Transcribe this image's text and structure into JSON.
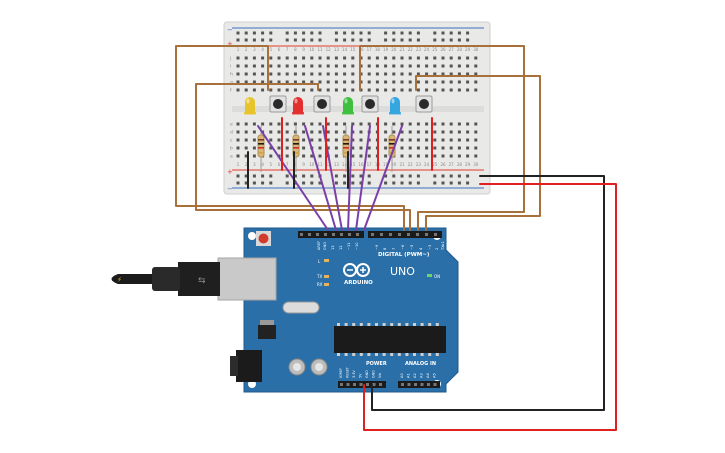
{
  "board": {
    "brand_text": "ARDUINO",
    "model_text": "UNO",
    "on_label": "ON",
    "digital_header_label": "DIGITAL (PWM~)",
    "power_label": "POWER",
    "analog_label": "ANALOG IN",
    "aref_label": "AREF",
    "gnd_label": "GND",
    "tx_label": "TX",
    "rx_label": "RX",
    "l_label": "L",
    "digital_pins": [
      "13",
      "12",
      "~11",
      "~10",
      "~9",
      "8",
      "7",
      "~6",
      "~5",
      "4",
      "~3",
      "2",
      "TX▸1",
      "RX◂0"
    ],
    "power_pins": [
      "IOREF",
      "RESET",
      "3.3V",
      "5V",
      "GND",
      "GND",
      "Vin"
    ],
    "analog_pins": [
      "A0",
      "A1",
      "A2",
      "A3",
      "A4",
      "A5"
    ],
    "colors": {
      "pcb": "#2a6fa8",
      "header": "#1b1b1b",
      "usb": "#c9c9c9",
      "reset": "#d23b2b"
    }
  },
  "breadboard": {
    "row_letters_top": [
      "j",
      "i",
      "h",
      "g",
      "f"
    ],
    "row_letters_bottom": [
      "e",
      "d",
      "c",
      "b",
      "a"
    ],
    "column_numbers": [
      "1",
      "2",
      "3",
      "4",
      "5",
      "6",
      "7",
      "8",
      "9",
      "10",
      "11",
      "12",
      "13",
      "14",
      "15",
      "16",
      "17",
      "18",
      "19",
      "20",
      "21",
      "22",
      "23",
      "24",
      "25",
      "26",
      "27",
      "28",
      "29",
      "30"
    ],
    "rail_plus": "+",
    "rail_minus": "−",
    "colors": {
      "body": "#e9e9e7",
      "rail_red": "#e23b2b",
      "rail_blue": "#3a6fc4"
    }
  },
  "leds": [
    {
      "name": "yellow",
      "color": "#e6c42b"
    },
    {
      "name": "red",
      "color": "#e23030"
    },
    {
      "name": "green",
      "color": "#3fbf3f"
    },
    {
      "name": "blue",
      "color": "#36a6e0"
    }
  ],
  "wire_colors": {
    "brown": "#a8703a",
    "purple": "#7b3fa8",
    "red": "#e02020",
    "black": "#222222"
  }
}
